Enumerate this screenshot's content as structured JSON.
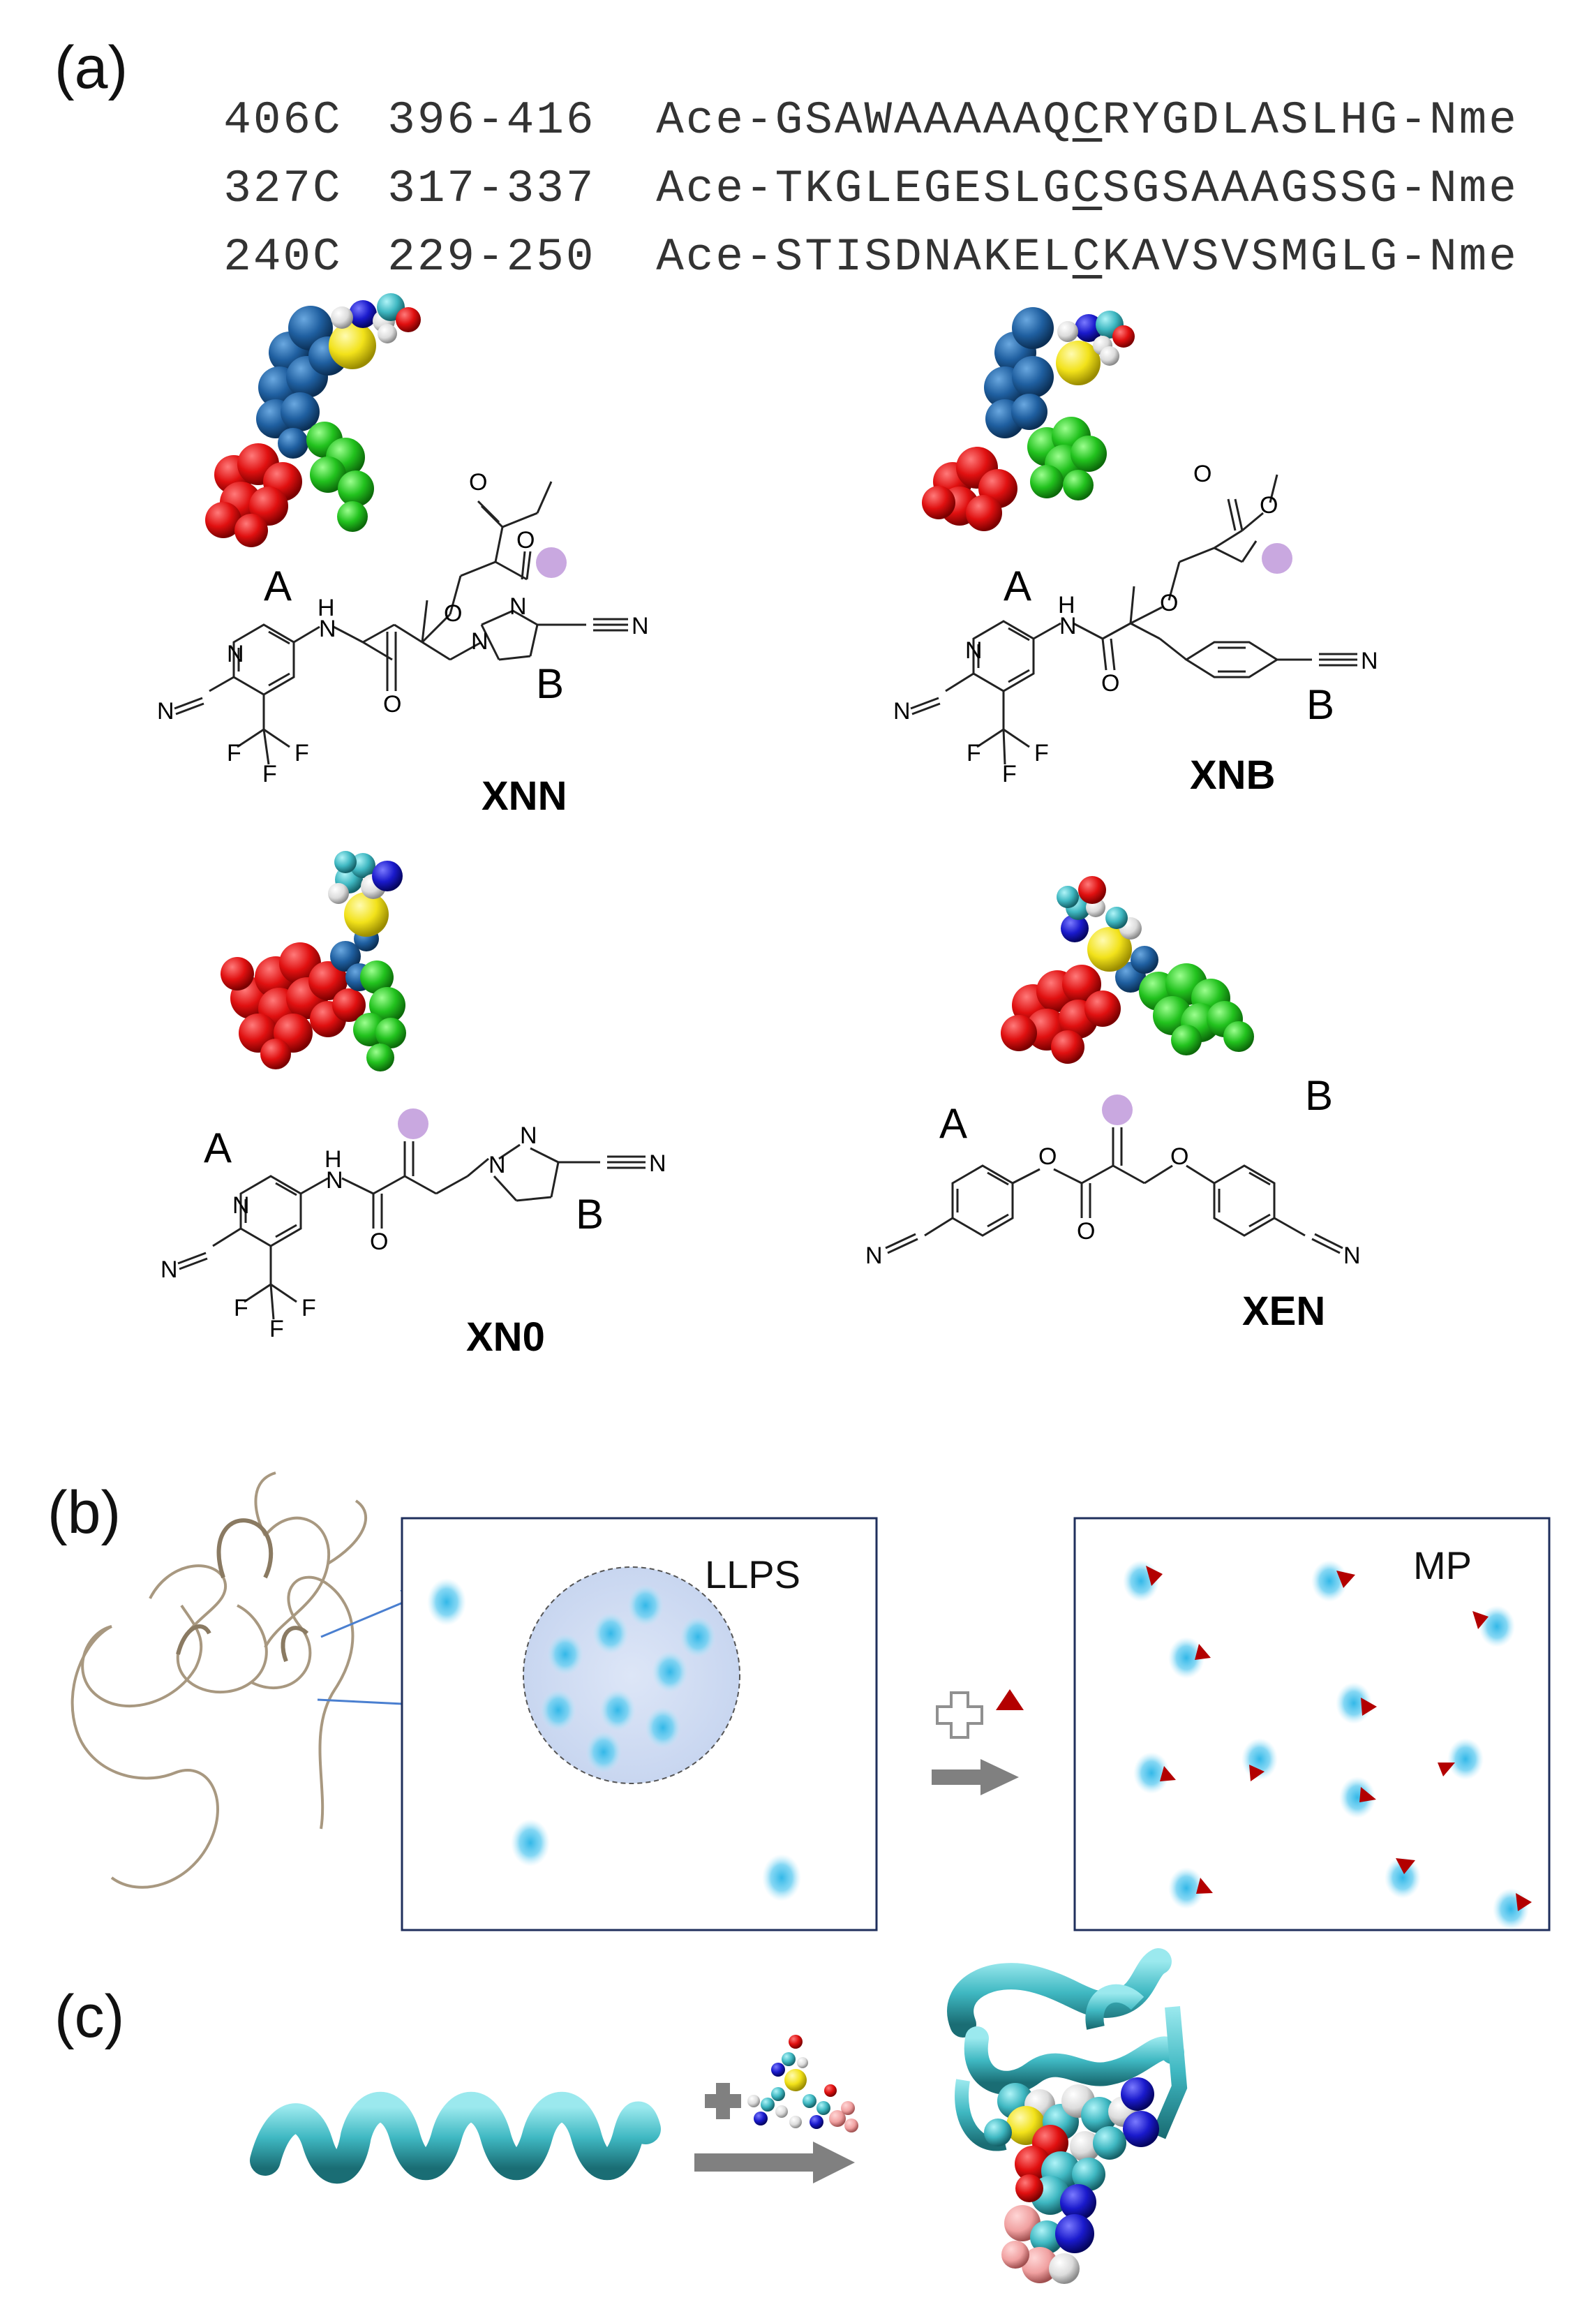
{
  "panels": {
    "a": "(a)",
    "b": "(b)",
    "c": "(c)"
  },
  "sequences": [
    {
      "id": "406C",
      "range": "396-416",
      "pre": "Ace-GSAWAAAAAQ",
      "cys": "C",
      "post": "RYGDLASLHG-Nme"
    },
    {
      "id": "327C",
      "range": "317-337",
      "pre": "Ace-TKGLEGESLG",
      "cys": "C",
      "post": "SGSAAAGSSG-Nme"
    },
    {
      "id": "240C",
      "range": "229-250",
      "pre": "Ace-STISDNAKEL",
      "cys": "C",
      "post": "KAVSVSMGLG-Nme"
    }
  ],
  "compounds": [
    {
      "name": "XNN",
      "site_a": "A",
      "site_b": "B"
    },
    {
      "name": "XNB",
      "site_a": "A",
      "site_b": "B"
    },
    {
      "name": "XN0",
      "site_a": "A",
      "site_b": "B"
    },
    {
      "name": "XEN",
      "site_a": "A",
      "site_b": "B"
    }
  ],
  "atom_labels": {
    "N": "N",
    "H": "H",
    "O": "O",
    "F": "F",
    "CN": "N"
  },
  "panel_b": {
    "box1_label": "LLPS",
    "box2_label": "MP"
  },
  "colors": {
    "site_a": "#e01010",
    "site_b": "#22c21e",
    "linker": "#1f5fa0",
    "sulfur": "#f2e21a",
    "warhead_mark": "#c9a8e0",
    "droplet": "#33b8e8",
    "ligand_triangle": "#b30000",
    "helix": "#3fb8c2",
    "arrow": "#808080"
  }
}
